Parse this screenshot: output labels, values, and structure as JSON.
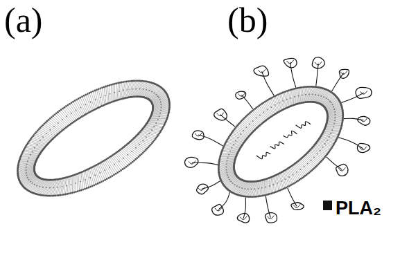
{
  "diagram": {
    "labels": [
      "(a)",
      "(b)",
      "PLA₂"
    ]
  }
}
